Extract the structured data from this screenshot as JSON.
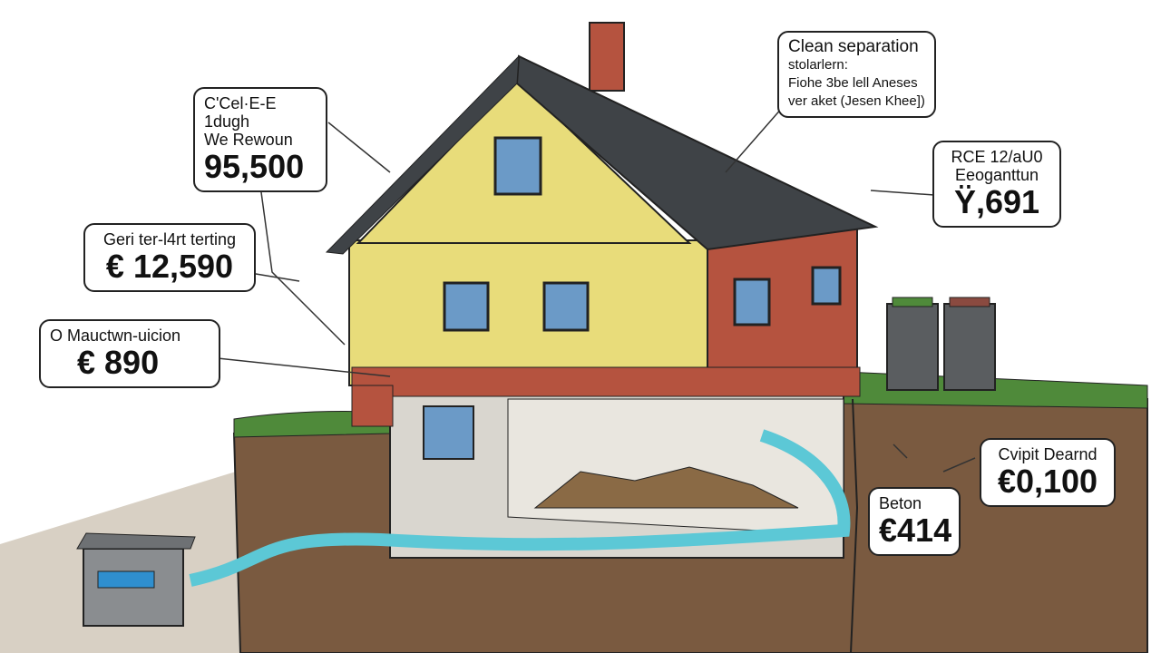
{
  "callouts": [
    {
      "title": "C'Cel·E-E 1dugh",
      "subtitle": "We Rewoun",
      "value": "95,500"
    },
    {
      "title": "Clean separation",
      "subtitle": "stolarlern:",
      "line3": "Fiohe 3be lell Aneses",
      "line4": "ver aket (Jesen Khee])"
    },
    {
      "title": "RCE 12/aU0",
      "subtitle": "Eeoganttun",
      "value": "Ÿ,691"
    },
    {
      "title": "Geri ter-l4rt terting",
      "value": "€ 12,590"
    },
    {
      "title": "O Mauctwn-uicion",
      "value": "€ 890"
    },
    {
      "title": "Cvipit Dearnd",
      "value": "€0,100"
    },
    {
      "title": "Beton",
      "value": "€414"
    }
  ],
  "colors": {
    "soil": "#7a5a40",
    "grass": "#4f8a3a",
    "roof": "#3f4347",
    "insulation": "#e8dc7a",
    "brick": "#b5533f",
    "water": "#5cc8d6",
    "concrete": "#d9d6cf"
  }
}
